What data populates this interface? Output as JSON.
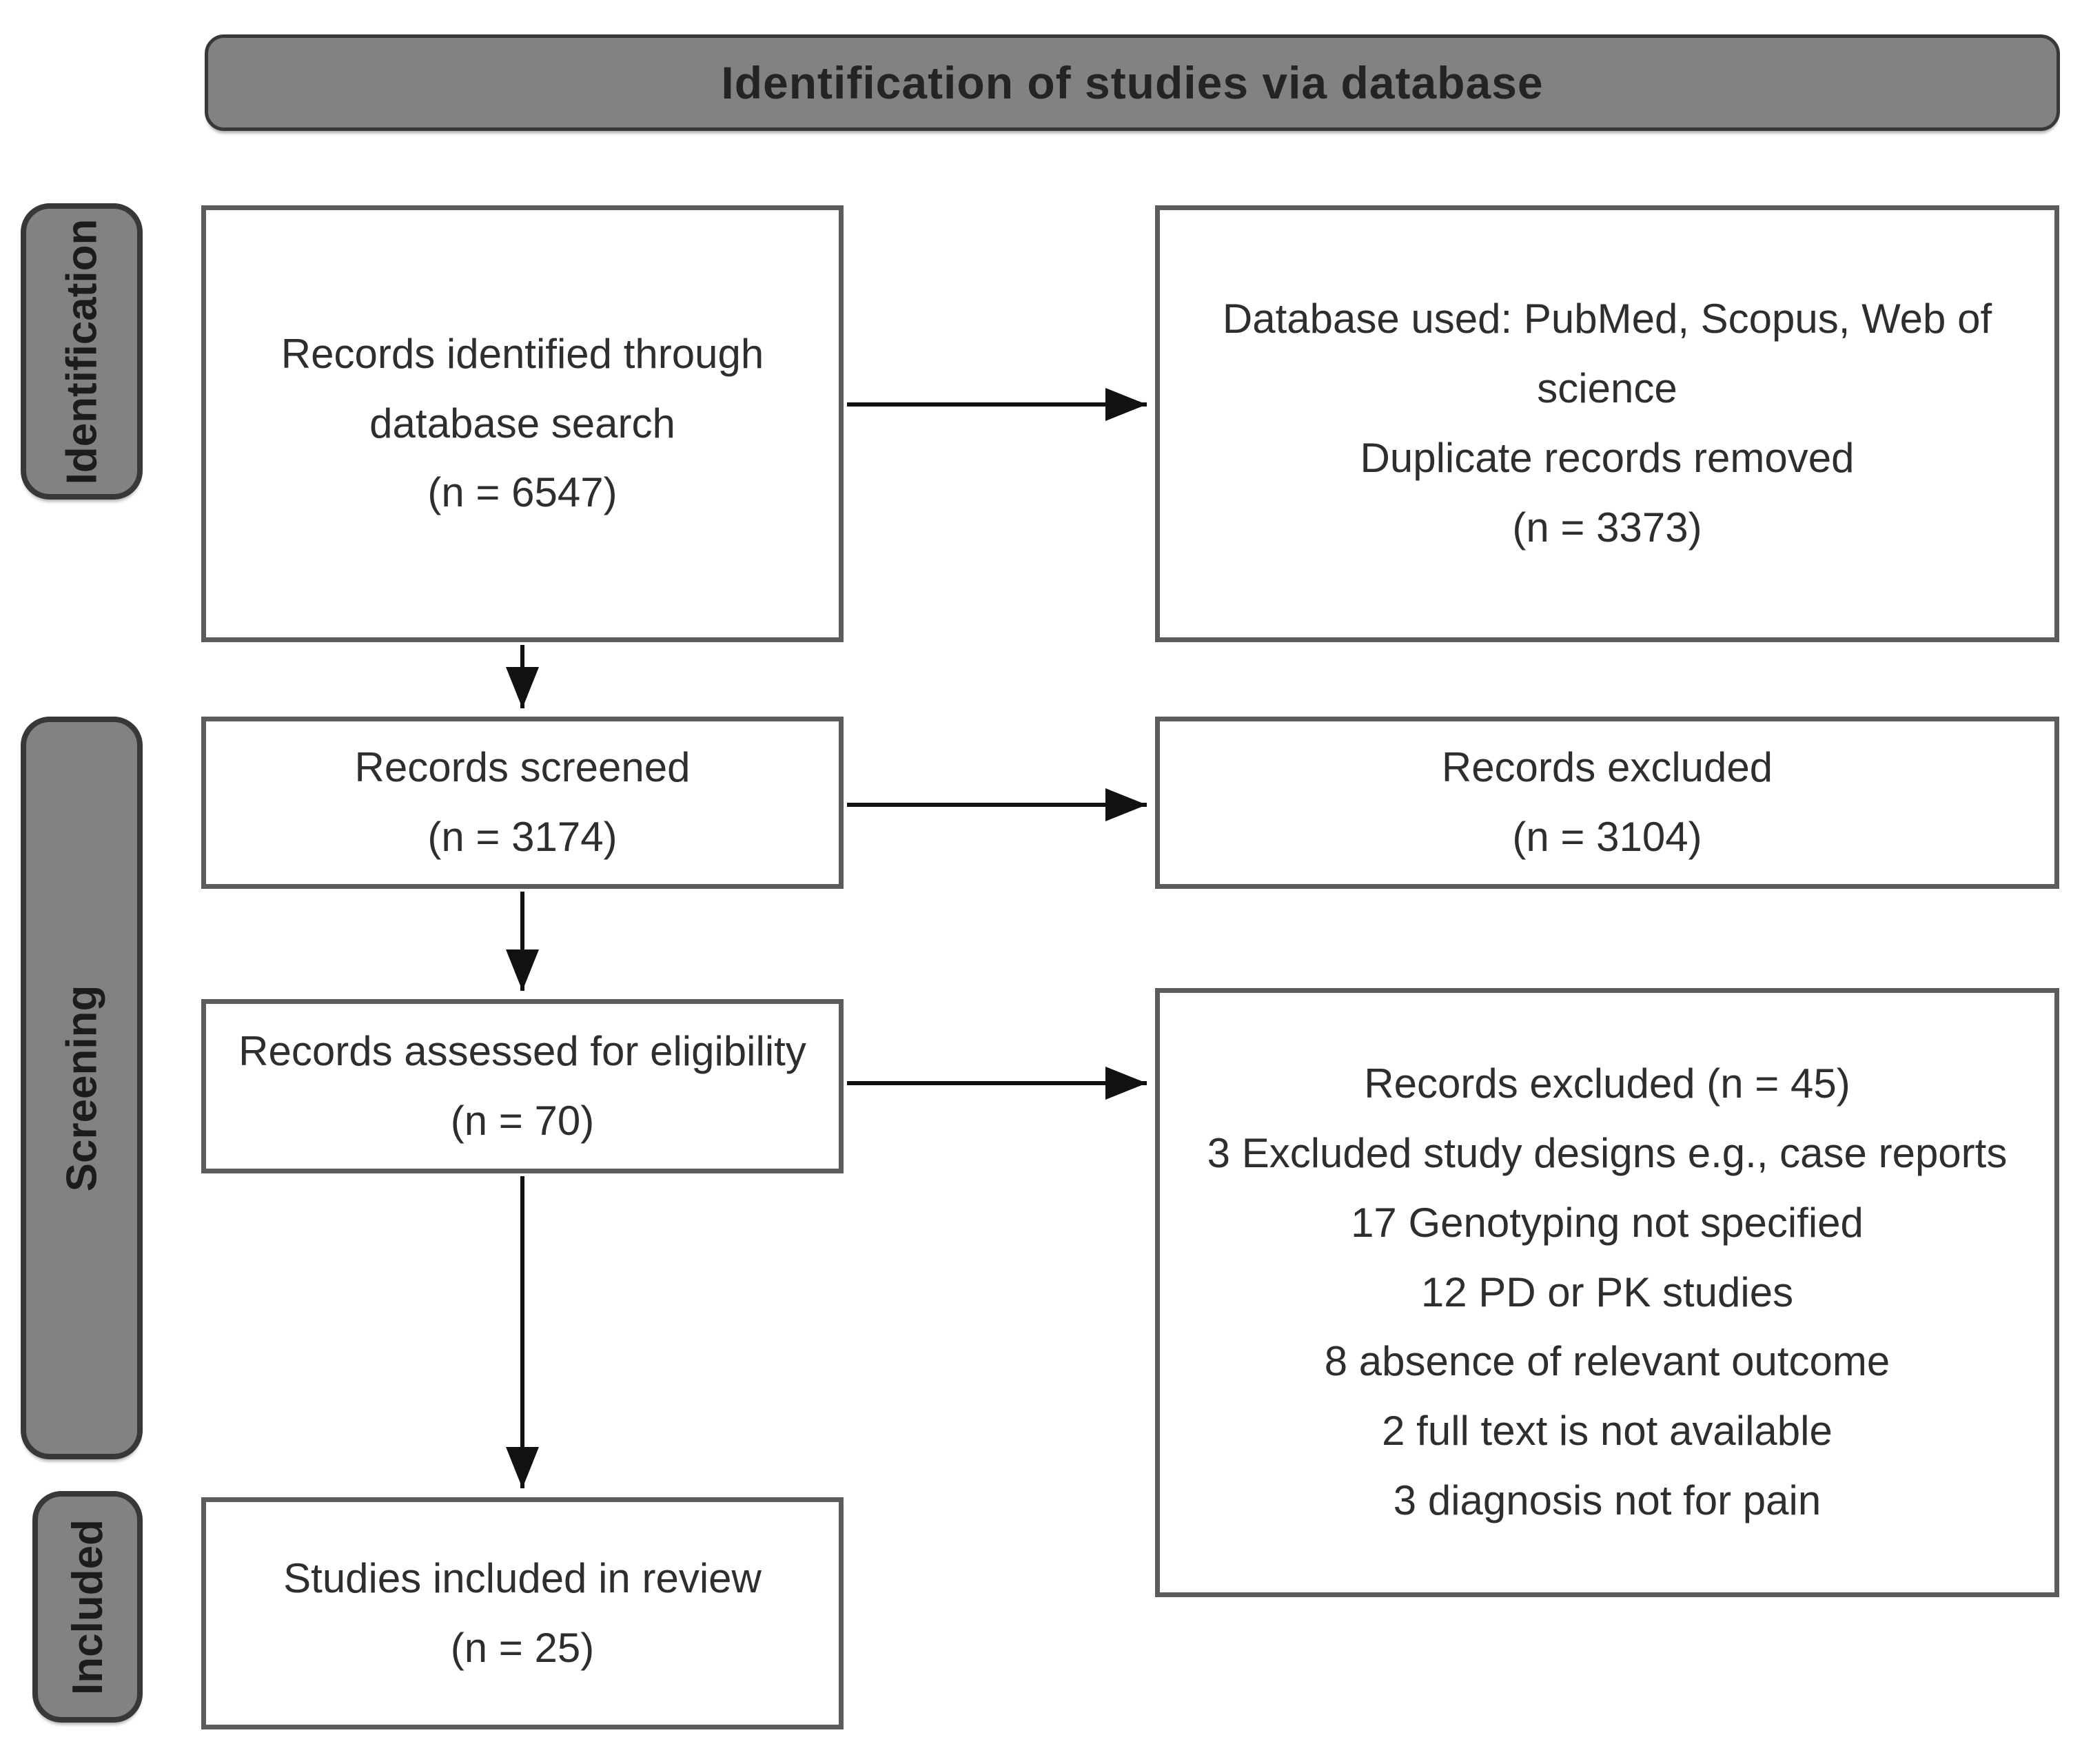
{
  "title": "Identification of studies via database",
  "stages": {
    "identification": {
      "label": "Identification"
    },
    "screening": {
      "label": "Screening"
    },
    "included": {
      "label": "Included"
    }
  },
  "boxes": {
    "records_identified": {
      "text": "Records identified through\ndatabase search\n(n = 6547)"
    },
    "databases_used": {
      "text": "Database used: PubMed, Scopus, Web of\nscience\nDuplicate records removed\n(n = 3373)"
    },
    "records_screened": {
      "text": "Records screened\n(n = 3174)"
    },
    "records_excluded_screening": {
      "text": "Records excluded\n(n = 3104)"
    },
    "records_assessed": {
      "text": "Records assessed for eligibility\n(n = 70)"
    },
    "records_excluded_eligibility": {
      "text": "Records excluded (n = 45)\n3 Excluded study designs e.g., case reports\n17 Genotyping not specified\n12 PD or PK studies\n8 absence of relevant outcome\n2 full text is not available\n3 diagnosis not for pain"
    },
    "studies_included": {
      "text": "Studies included in review\n(n = 25)"
    }
  },
  "colors": {
    "band_fill": "#828282",
    "band_border": "#383838",
    "box_border": "#5c5c5c",
    "text": "#2b2b2b",
    "arrow": "#111111"
  }
}
